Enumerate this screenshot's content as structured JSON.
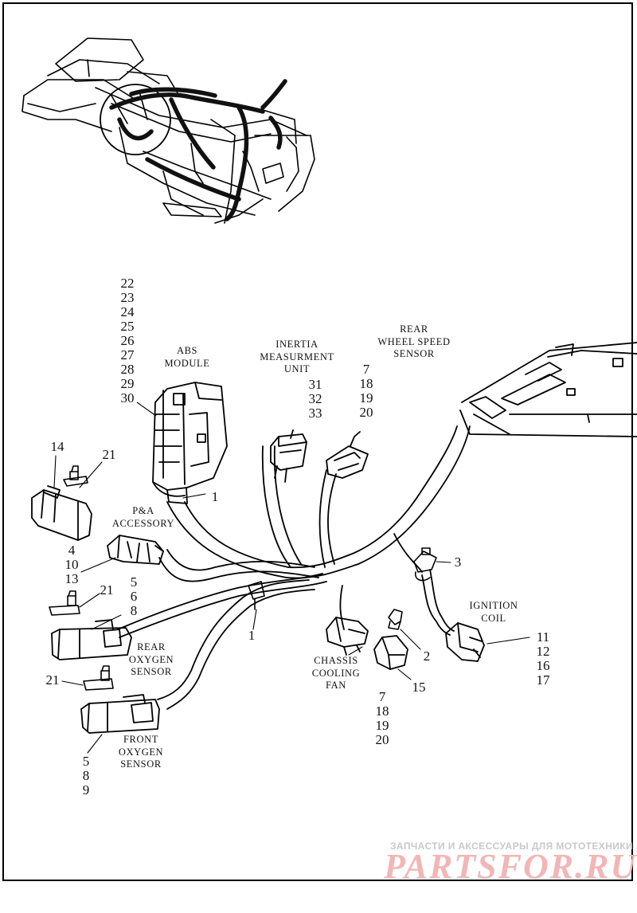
{
  "callouts": {
    "abs_refs": [
      "22",
      "23",
      "24",
      "25",
      "26",
      "27",
      "28",
      "29",
      "30"
    ],
    "abs_module": "ABS\nMODULE",
    "imu": "INERTIA\nMEASURMENT\nUNIT",
    "imu_refs": [
      "31",
      "32",
      "33"
    ],
    "rear_wss": "REAR\nWHEEL SPEED\nSENSOR",
    "rear_wss_refs": [
      "7",
      "18",
      "19",
      "20"
    ],
    "item14": "14",
    "item21a": "21",
    "item1a": "1",
    "pa_accessory": "P&A\nACCESSORY",
    "pa_refs": [
      "4",
      "10",
      "13"
    ],
    "item3": "3",
    "rear_o2_refs": [
      "5",
      "6",
      "8"
    ],
    "item21b": "21",
    "rear_o2": "REAR\nOXYGEN\nSENSOR",
    "item1b": "1",
    "item2": "2",
    "ignition_coil": "IGNITION\nCOIL",
    "ignition_refs": [
      "11",
      "12",
      "16",
      "17"
    ],
    "item21c": "21",
    "chassis_fan": "CHASSIS\nCOOLING\nFAN",
    "item15": "15",
    "chassis_refs": [
      "7",
      "18",
      "19",
      "20"
    ],
    "front_o2": "FRONT\nOXYGEN\nSENSOR",
    "front_o2_refs": [
      "5",
      "8",
      "9"
    ]
  },
  "watermark": {
    "tagline": "ЗАПЧАСТИ И АКСЕССУАРЫ ДЛЯ МОТОТЕХНИКИ",
    "brand": "PARTSFOR.RU"
  }
}
